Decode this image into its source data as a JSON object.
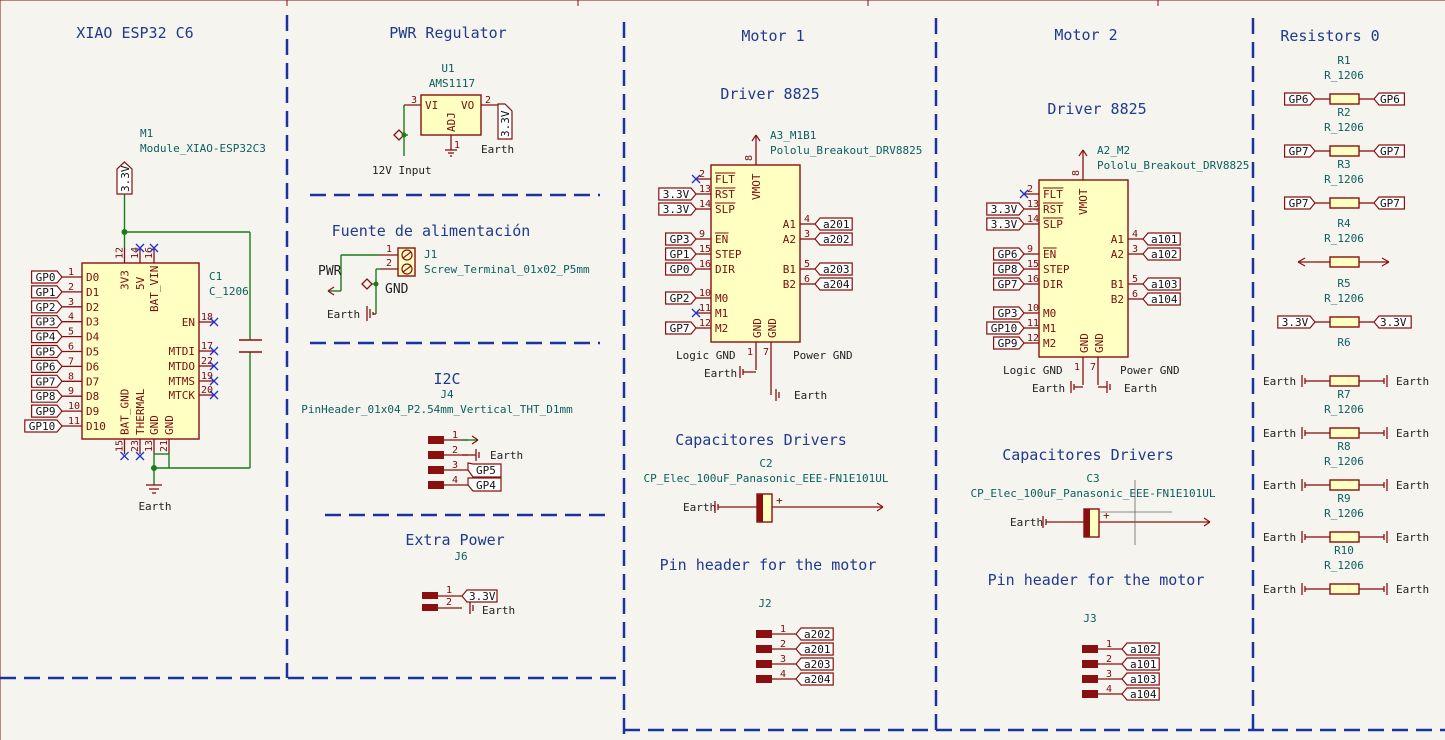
{
  "sections": {
    "xiao": "XIAO ESP32 C6",
    "pwr": "PWR Regulator",
    "fuente": "Fuente de alimentación",
    "i2c": "I2C",
    "extra_power": "Extra Power",
    "motor1": "Motor 1",
    "motor2": "Motor 2",
    "resistors": "Resistors 0",
    "driver1": "Driver 8825",
    "driver2": "Driver 8825",
    "caps1": "Capacitores Drivers",
    "caps2": "Capacitores Drivers",
    "pinhdr1": "Pin header for the motor",
    "pinhdr2": "Pin header for the motor"
  },
  "m1": {
    "ref": "M1",
    "value": "Module_XIAO-ESP32C3",
    "left_pins": [
      {
        "name": "D0",
        "num": "1",
        "net": "GP0"
      },
      {
        "name": "D1",
        "num": "2",
        "net": "GP1"
      },
      {
        "name": "D2",
        "num": "3",
        "net": "GP2"
      },
      {
        "name": "D3",
        "num": "4",
        "net": "GP3"
      },
      {
        "name": "D4",
        "num": "5",
        "net": "GP4"
      },
      {
        "name": "D5",
        "num": "6",
        "net": "GP5"
      },
      {
        "name": "D6",
        "num": "7",
        "net": "GP6"
      },
      {
        "name": "D7",
        "num": "8",
        "net": "GP7"
      },
      {
        "name": "D8",
        "num": "9",
        "net": "GP8"
      },
      {
        "name": "D9",
        "num": "10",
        "net": "GP9"
      },
      {
        "name": "D10",
        "num": "11",
        "net": "GP10"
      }
    ],
    "right_pins": [
      {
        "name": "EN",
        "num": "18"
      },
      {
        "name": "MTDI",
        "num": "17"
      },
      {
        "name": "MTDO",
        "num": "22"
      },
      {
        "name": "MTMS",
        "num": "19"
      },
      {
        "name": "MTCK",
        "num": "20"
      }
    ],
    "top_pins": [
      {
        "name": "3V3",
        "num": "12"
      },
      {
        "name": "5V",
        "num": "14"
      },
      {
        "name": "BAT_VIN",
        "num": "16"
      }
    ],
    "bottom_pins": [
      {
        "name": "BAT_GND",
        "num": "15"
      },
      {
        "name": "THERMAL",
        "num": "23"
      },
      {
        "name": "GND",
        "num": "13"
      },
      {
        "name": "GND",
        "num": "21"
      }
    ],
    "supply": "3.3V",
    "earth": "Earth"
  },
  "c1": {
    "ref": "C1",
    "value": "C_1206"
  },
  "u1": {
    "ref": "U1",
    "value": "AMS1117",
    "vi": "VI",
    "vo": "VO",
    "adj": "ADJ",
    "pin_vi": "3",
    "pin_vo": "2",
    "pin_adj": "1",
    "out_net": "3.3V",
    "earth": "Earth",
    "input_label": "12V Input"
  },
  "j1": {
    "ref": "J1",
    "value": "Screw_Terminal_01x02_P5mm",
    "pin1": "1",
    "pin2": "2",
    "pwr": "PWR",
    "gnd": "GND",
    "earth": "Earth"
  },
  "j4": {
    "ref": "J4",
    "value": "PinHeader_01x04_P2.54mm_Vertical_THT_D1mm",
    "pins": [
      "1",
      "2",
      "3",
      "4"
    ],
    "earth": "Earth",
    "net3": "GP5",
    "net4": "GP4"
  },
  "j6": {
    "ref": "J6",
    "pins": [
      "1",
      "2"
    ],
    "net1": "3.3V",
    "earth": "Earth"
  },
  "drv1": {
    "ref": "A3_M1B1",
    "value": "Pololu_Breakout_DRV8825",
    "left": [
      {
        "name": "FLT",
        "num": "2",
        "net": ""
      },
      {
        "name": "RST",
        "num": "13",
        "net": "3.3V"
      },
      {
        "name": "SLP",
        "num": "14",
        "net": "3.3V"
      },
      {
        "name": "EN",
        "num": "9",
        "net": "GP3"
      },
      {
        "name": "STEP",
        "num": "15",
        "net": "GP1"
      },
      {
        "name": "DIR",
        "num": "16",
        "net": "GP0"
      },
      {
        "name": "M0",
        "num": "10",
        "net": "GP2"
      },
      {
        "name": "M1",
        "num": "11",
        "net": ""
      },
      {
        "name": "M2",
        "num": "12",
        "net": "GP7"
      }
    ],
    "right": [
      {
        "name": "A1",
        "num": "4",
        "net": "a201"
      },
      {
        "name": "A2",
        "num": "3",
        "net": "a202"
      },
      {
        "name": "B1",
        "num": "5",
        "net": "a203"
      },
      {
        "name": "B2",
        "num": "6",
        "net": "a204"
      }
    ],
    "vmot": "VMOT",
    "vmot_num": "8",
    "gnd1": "GND",
    "gnd1_num": "1",
    "gnd2": "GND",
    "gnd2_num": "7",
    "logic_gnd": "Logic GND",
    "power_gnd": "Power GND",
    "earth": "Earth"
  },
  "drv2": {
    "ref": "A2_M2",
    "value": "Pololu_Breakout_DRV8825",
    "left": [
      {
        "name": "FLT",
        "num": "2",
        "net": ""
      },
      {
        "name": "RST",
        "num": "13",
        "net": "3.3V"
      },
      {
        "name": "SLP",
        "num": "14",
        "net": "3.3V"
      },
      {
        "name": "EN",
        "num": "9",
        "net": "GP6"
      },
      {
        "name": "STEP",
        "num": "15",
        "net": "GP8"
      },
      {
        "name": "DIR",
        "num": "16",
        "net": "GP7"
      },
      {
        "name": "M0",
        "num": "10",
        "net": "GP3"
      },
      {
        "name": "M1",
        "num": "11",
        "net": "GP10"
      },
      {
        "name": "M2",
        "num": "12",
        "net": "GP9"
      }
    ],
    "right": [
      {
        "name": "A1",
        "num": "4",
        "net": "a101"
      },
      {
        "name": "A2",
        "num": "3",
        "net": "a102"
      },
      {
        "name": "B1",
        "num": "5",
        "net": "a103"
      },
      {
        "name": "B2",
        "num": "6",
        "net": "a104"
      }
    ],
    "vmot": "VMOT",
    "vmot_num": "8",
    "gnd1": "GND",
    "gnd1_num": "1",
    "gnd2": "GND",
    "gnd2_num": "7",
    "logic_gnd": "Logic GND",
    "power_gnd": "Power GND",
    "earth": "Earth"
  },
  "c2": {
    "ref": "C2",
    "value": "CP_Elec_100uF_Panasonic_EEE-FN1E101UL",
    "earth": "Earth",
    "plus": "+"
  },
  "c3": {
    "ref": "C3",
    "value": "CP_Elec_100uF_Panasonic_EEE-FN1E101UL",
    "earth": "Earth",
    "plus": "+"
  },
  "j2": {
    "ref": "J2",
    "pins": [
      {
        "num": "1",
        "net": "a202"
      },
      {
        "num": "2",
        "net": "a201"
      },
      {
        "num": "3",
        "net": "a203"
      },
      {
        "num": "4",
        "net": "a204"
      }
    ]
  },
  "j3": {
    "ref": "J3",
    "pins": [
      {
        "num": "1",
        "net": "a102"
      },
      {
        "num": "2",
        "net": "a101"
      },
      {
        "num": "3",
        "net": "a103"
      },
      {
        "num": "4",
        "net": "a104"
      }
    ]
  },
  "resistors": [
    {
      "ref": "R1",
      "value": "R_1206",
      "left": "GP6",
      "right": "GP6",
      "kind": "label"
    },
    {
      "ref": "R2",
      "value": "R_1206",
      "left": "GP7",
      "right": "GP7",
      "kind": "label"
    },
    {
      "ref": "R3",
      "value": "R_1206",
      "left": "GP7",
      "right": "GP7",
      "kind": "label"
    },
    {
      "ref": "R4",
      "value": "R_1206",
      "left": "",
      "right": "",
      "kind": "arrows"
    },
    {
      "ref": "R5",
      "value": "R_1206",
      "left": "3.3V",
      "right": "3.3V",
      "kind": "label"
    },
    {
      "ref": "R6",
      "value": "",
      "left": "Earth",
      "right": "Earth",
      "kind": "earth"
    },
    {
      "ref": "R7",
      "value": "R_1206",
      "left": "Earth",
      "right": "Earth",
      "kind": "earth"
    },
    {
      "ref": "R8",
      "value": "R_1206",
      "left": "Earth",
      "right": "Earth",
      "kind": "earth"
    },
    {
      "ref": "R9",
      "value": "R_1206",
      "left": "Earth",
      "right": "Earth",
      "kind": "earth"
    },
    {
      "ref": "R10",
      "value": "R_1206",
      "left": "Earth",
      "right": "Earth",
      "kind": "earth"
    }
  ]
}
